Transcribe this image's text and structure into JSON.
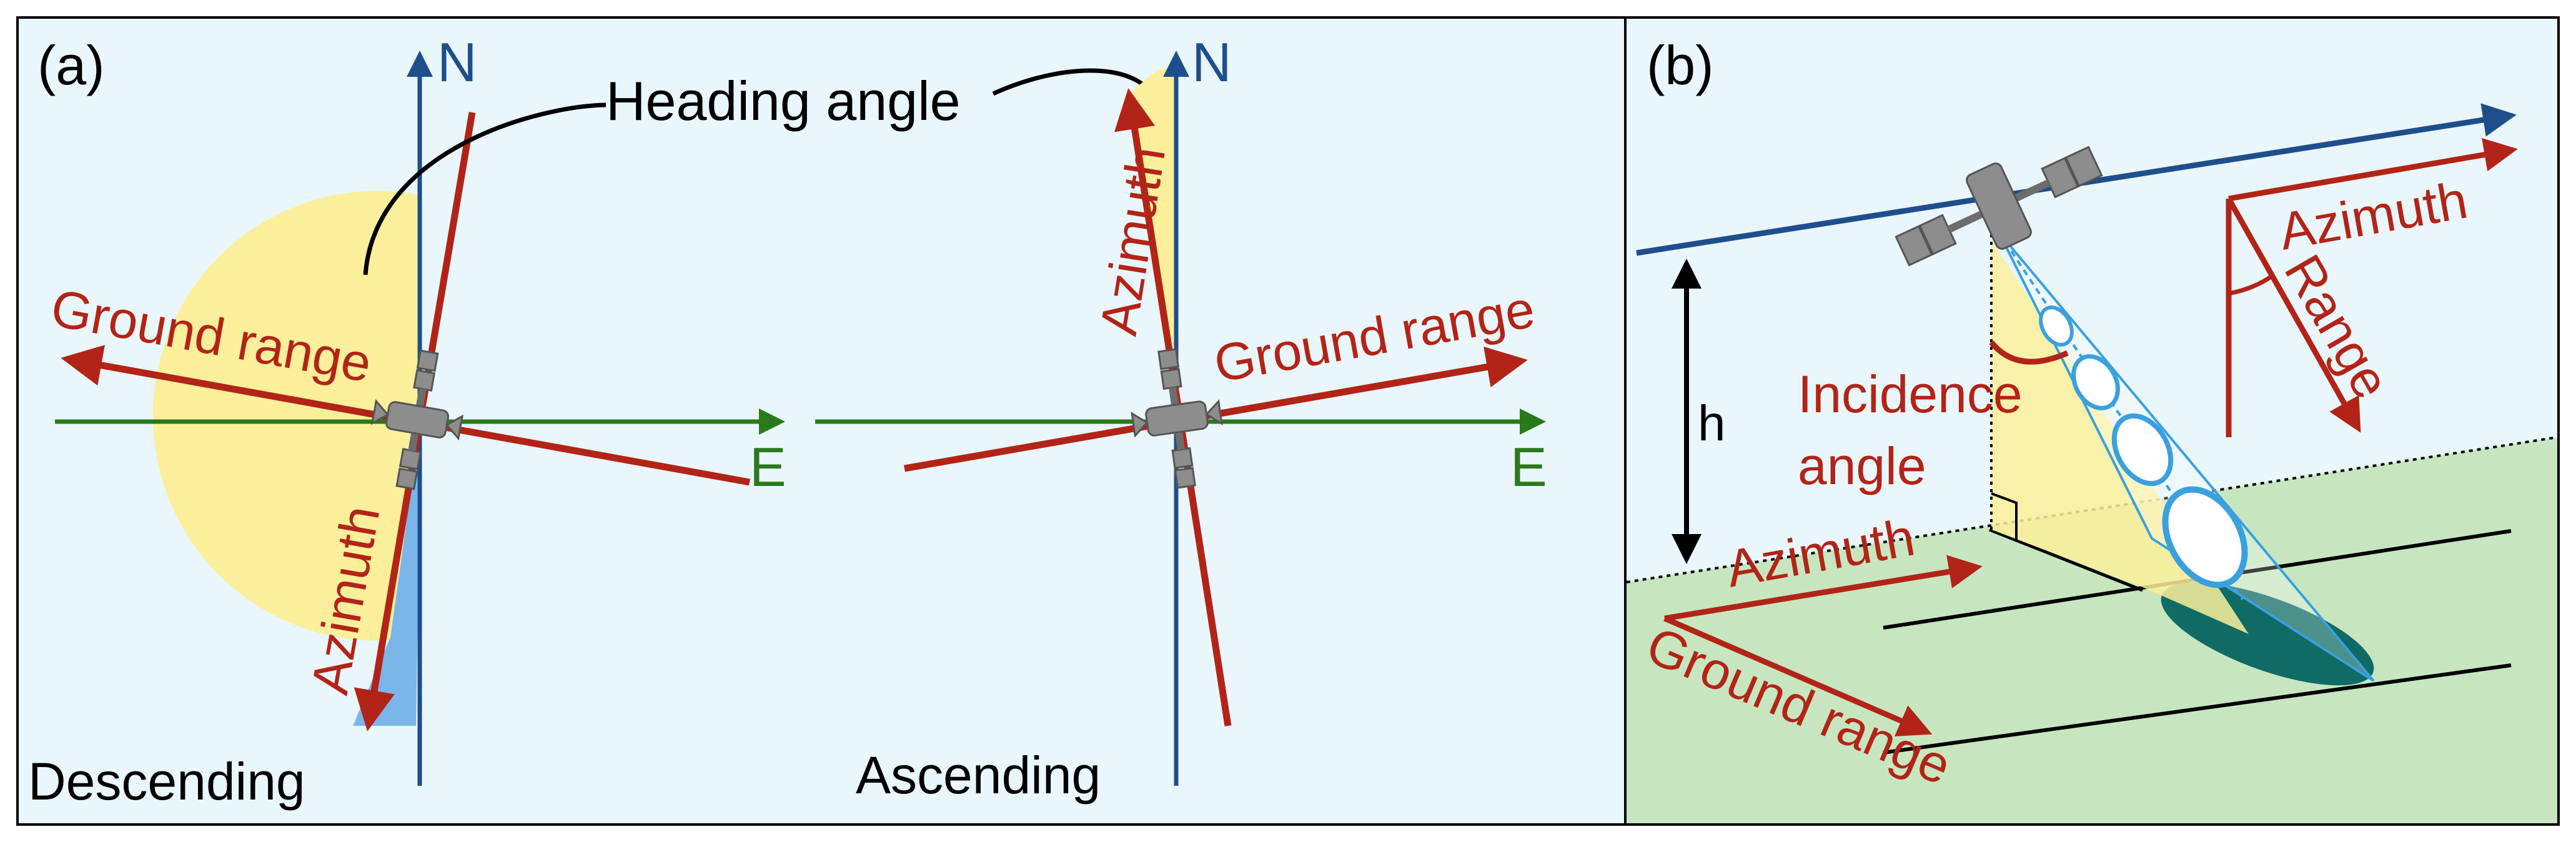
{
  "panel_a": {
    "label": "(a)",
    "north_label": "N",
    "east_label": "E",
    "heading_angle_label": "Heading angle",
    "descending": {
      "ground_range_label": "Ground range",
      "azimuth_label": "Azimuth",
      "mode_label": "Descending"
    },
    "ascending": {
      "ground_range_label": "Ground range",
      "azimuth_label": "Azimuth",
      "mode_label": "Ascending"
    }
  },
  "panel_b": {
    "label": "(b)",
    "height_label": "h",
    "incidence_angle_label_line1": "Incidence",
    "incidence_angle_label_line2": "angle",
    "azimuth_label": "Azimuth",
    "ground_range_label": "Ground range",
    "inset_azimuth_label": "Azimuth",
    "inset_range_label": "Range"
  },
  "colors": {
    "background": "#e9f6fb",
    "red_arrow": "#b22417",
    "north_axis": "#1f4e8c",
    "east_axis": "#2a7a1a",
    "heading_wedge": "#fbef9b",
    "blue_wedge": "#7ab6ea",
    "ground": "#c7e6c0",
    "footprint": "#0f6b64",
    "orbit": "#1f4e8c",
    "satellite": "#8d8d8d"
  }
}
